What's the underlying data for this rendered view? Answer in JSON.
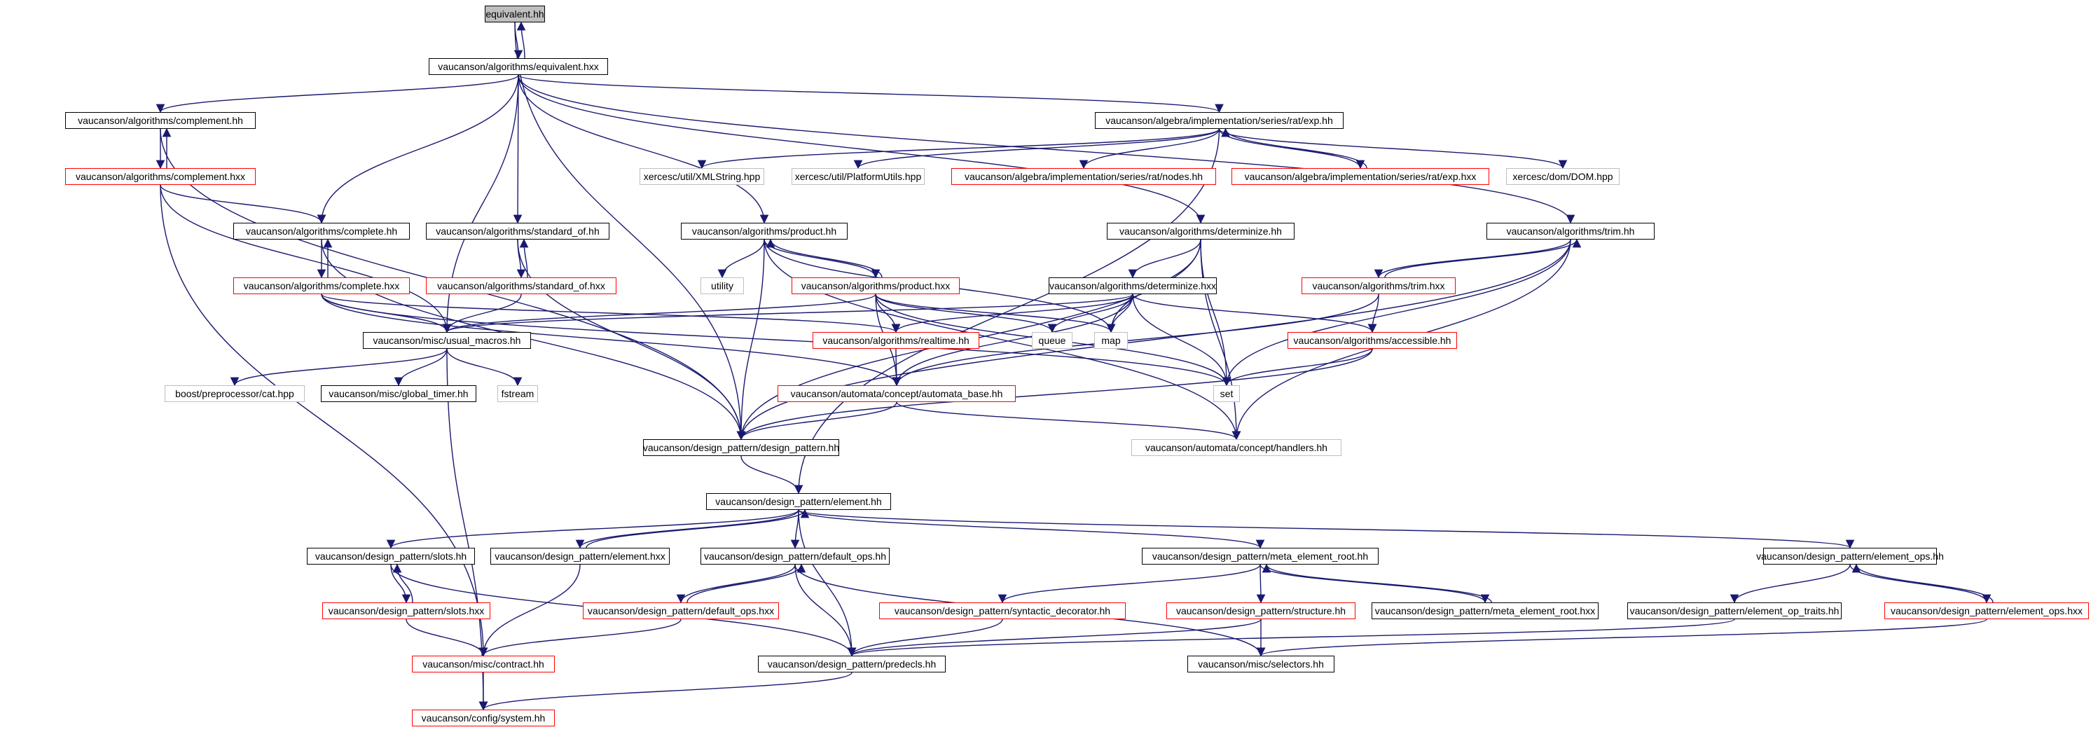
{
  "graph": {
    "edge_color": "#191970",
    "node_styles": {
      "root_fill": "#bfbfbf",
      "documented_border": "#000000",
      "undocumented_border": "#ff0000",
      "external_border": "#bfbfbf"
    },
    "nodes": [
      {
        "id": "equivalent_hh",
        "label": "equivalent.hh",
        "kind": "root"
      },
      {
        "id": "equivalent_hxx",
        "label": "vaucanson/algorithms/equivalent.hxx",
        "kind": "black"
      },
      {
        "id": "complement_hh",
        "label": "vaucanson/algorithms/complement.hh",
        "kind": "black"
      },
      {
        "id": "complement_hxx",
        "label": "vaucanson/algorithms/complement.hxx",
        "kind": "red"
      },
      {
        "id": "exp_hh",
        "label": "vaucanson/algebra/implementation/series/rat/exp.hh",
        "kind": "black"
      },
      {
        "id": "xmlstring",
        "label": "xercesc/util/XMLString.hpp",
        "kind": "gray"
      },
      {
        "id": "platformutils",
        "label": "xercesc/util/PlatformUtils.hpp",
        "kind": "gray"
      },
      {
        "id": "nodes_hh",
        "label": "vaucanson/algebra/implementation/series/rat/nodes.hh",
        "kind": "red"
      },
      {
        "id": "exp_hxx",
        "label": "vaucanson/algebra/implementation/series/rat/exp.hxx",
        "kind": "red"
      },
      {
        "id": "dom_hpp",
        "label": "xercesc/dom/DOM.hpp",
        "kind": "gray"
      },
      {
        "id": "complete_hh",
        "label": "vaucanson/algorithms/complete.hh",
        "kind": "black"
      },
      {
        "id": "standard_of_hh",
        "label": "vaucanson/algorithms/standard_of.hh",
        "kind": "black"
      },
      {
        "id": "product_hh",
        "label": "vaucanson/algorithms/product.hh",
        "kind": "black"
      },
      {
        "id": "determinize_hh",
        "label": "vaucanson/algorithms/determinize.hh",
        "kind": "black"
      },
      {
        "id": "trim_hh",
        "label": "vaucanson/algorithms/trim.hh",
        "kind": "black"
      },
      {
        "id": "complete_hxx",
        "label": "vaucanson/algorithms/complete.hxx",
        "kind": "red"
      },
      {
        "id": "standard_of_hxx",
        "label": "vaucanson/algorithms/standard_of.hxx",
        "kind": "red"
      },
      {
        "id": "utility",
        "label": "utility",
        "kind": "gray"
      },
      {
        "id": "product_hxx",
        "label": "vaucanson/algorithms/product.hxx",
        "kind": "red"
      },
      {
        "id": "determinize_hxx",
        "label": "vaucanson/algorithms/determinize.hxx",
        "kind": "black"
      },
      {
        "id": "trim_hxx",
        "label": "vaucanson/algorithms/trim.hxx",
        "kind": "red"
      },
      {
        "id": "usual_macros",
        "label": "vaucanson/misc/usual_macros.hh",
        "kind": "black"
      },
      {
        "id": "realtime_hh",
        "label": "vaucanson/algorithms/realtime.hh",
        "kind": "red"
      },
      {
        "id": "queue",
        "label": "queue",
        "kind": "gray"
      },
      {
        "id": "map",
        "label": "map",
        "kind": "gray"
      },
      {
        "id": "accessible_hh",
        "label": "vaucanson/algorithms/accessible.hh",
        "kind": "red"
      },
      {
        "id": "boost_cat",
        "label": "boost/preprocessor/cat.hpp",
        "kind": "gray"
      },
      {
        "id": "global_timer",
        "label": "vaucanson/misc/global_timer.hh",
        "kind": "black"
      },
      {
        "id": "fstream",
        "label": "fstream",
        "kind": "gray"
      },
      {
        "id": "set",
        "label": "set",
        "kind": "gray"
      },
      {
        "id": "automata_base",
        "label": "vaucanson/automata/concept/automata_base.hh",
        "kind": "red"
      },
      {
        "id": "design_pattern",
        "label": "vaucanson/design_pattern/design_pattern.hh",
        "kind": "black"
      },
      {
        "id": "handlers",
        "label": "vaucanson/automata/concept/handlers.hh",
        "kind": "gray"
      },
      {
        "id": "element_hh",
        "label": "vaucanson/design_pattern/element.hh",
        "kind": "black"
      },
      {
        "id": "slots_hh",
        "label": "vaucanson/design_pattern/slots.hh",
        "kind": "black"
      },
      {
        "id": "element_hxx",
        "label": "vaucanson/design_pattern/element.hxx",
        "kind": "black"
      },
      {
        "id": "default_ops_hh",
        "label": "vaucanson/design_pattern/default_ops.hh",
        "kind": "black"
      },
      {
        "id": "meta_root_hh",
        "label": "vaucanson/design_pattern/meta_element_root.hh",
        "kind": "black"
      },
      {
        "id": "element_ops_hh",
        "label": "vaucanson/design_pattern/element_ops.hh",
        "kind": "black"
      },
      {
        "id": "slots_hxx",
        "label": "vaucanson/design_pattern/slots.hxx",
        "kind": "red"
      },
      {
        "id": "default_ops_hxx",
        "label": "vaucanson/design_pattern/default_ops.hxx",
        "kind": "red"
      },
      {
        "id": "syntactic_dec",
        "label": "vaucanson/design_pattern/syntactic_decorator.hh",
        "kind": "red"
      },
      {
        "id": "structure_hh",
        "label": "vaucanson/design_pattern/structure.hh",
        "kind": "red"
      },
      {
        "id": "meta_root_hxx",
        "label": "vaucanson/design_pattern/meta_element_root.hxx",
        "kind": "black"
      },
      {
        "id": "element_op_traits",
        "label": "vaucanson/design_pattern/element_op_traits.hh",
        "kind": "black"
      },
      {
        "id": "element_ops_hxx",
        "label": "vaucanson/design_pattern/element_ops.hxx",
        "kind": "red"
      },
      {
        "id": "contract_hh",
        "label": "vaucanson/misc/contract.hh",
        "kind": "red"
      },
      {
        "id": "predecls_hh",
        "label": "vaucanson/design_pattern/predecls.hh",
        "kind": "black"
      },
      {
        "id": "selectors_hh",
        "label": "vaucanson/misc/selectors.hh",
        "kind": "black"
      },
      {
        "id": "system_hh",
        "label": "vaucanson/config/system.hh",
        "kind": "red"
      }
    ],
    "edges": [
      [
        "equivalent_hh",
        "equivalent_hxx"
      ],
      [
        "equivalent_hxx",
        "equivalent_hh"
      ],
      [
        "equivalent_hh",
        "design_pattern"
      ],
      [
        "equivalent_hxx",
        "complement_hh"
      ],
      [
        "equivalent_hxx",
        "exp_hh"
      ],
      [
        "equivalent_hxx",
        "trim_hh"
      ],
      [
        "equivalent_hxx",
        "complete_hh"
      ],
      [
        "equivalent_hxx",
        "standard_of_hh"
      ],
      [
        "equivalent_hxx",
        "product_hh"
      ],
      [
        "equivalent_hxx",
        "determinize_hh"
      ],
      [
        "equivalent_hxx",
        "usual_macros"
      ],
      [
        "complement_hh",
        "complement_hxx"
      ],
      [
        "complement_hxx",
        "complement_hh"
      ],
      [
        "complement_hh",
        "design_pattern"
      ],
      [
        "complement_hxx",
        "complete_hh"
      ],
      [
        "complement_hxx",
        "usual_macros"
      ],
      [
        "complement_hxx",
        "contract_hh"
      ],
      [
        "exp_hh",
        "xmlstring"
      ],
      [
        "exp_hh",
        "platformutils"
      ],
      [
        "exp_hh",
        "nodes_hh"
      ],
      [
        "exp_hh",
        "exp_hxx"
      ],
      [
        "exp_hxx",
        "exp_hh"
      ],
      [
        "exp_hh",
        "dom_hpp"
      ],
      [
        "exp_hh",
        "element_hh"
      ],
      [
        "complete_hh",
        "complete_hxx"
      ],
      [
        "complete_hxx",
        "complete_hh"
      ],
      [
        "complete_hh",
        "design_pattern"
      ],
      [
        "complete_hxx",
        "usual_macros"
      ],
      [
        "complete_hxx",
        "automata_base"
      ],
      [
        "complete_hxx",
        "realtime_hh"
      ],
      [
        "complete_hxx",
        "set"
      ],
      [
        "standard_of_hh",
        "standard_of_hxx"
      ],
      [
        "standard_of_hxx",
        "standard_of_hh"
      ],
      [
        "standard_of_hh",
        "design_pattern"
      ],
      [
        "standard_of_hxx",
        "usual_macros"
      ],
      [
        "product_hh",
        "utility"
      ],
      [
        "product_hh",
        "product_hxx"
      ],
      [
        "product_hxx",
        "product_hh"
      ],
      [
        "product_hh",
        "design_pattern"
      ],
      [
        "product_hh",
        "map"
      ],
      [
        "product_hh",
        "handlers"
      ],
      [
        "product_hxx",
        "usual_macros"
      ],
      [
        "product_hxx",
        "realtime_hh"
      ],
      [
        "product_hxx",
        "queue"
      ],
      [
        "product_hxx",
        "map"
      ],
      [
        "product_hxx",
        "set"
      ],
      [
        "product_hxx",
        "automata_base"
      ],
      [
        "determinize_hh",
        "determinize_hxx"
      ],
      [
        "determinize_hh",
        "map"
      ],
      [
        "determinize_hh",
        "set"
      ],
      [
        "determinize_hh",
        "design_pattern"
      ],
      [
        "determinize_hh",
        "handlers"
      ],
      [
        "determinize_hxx",
        "usual_macros"
      ],
      [
        "determinize_hxx",
        "realtime_hh"
      ],
      [
        "determinize_hxx",
        "queue"
      ],
      [
        "determinize_hxx",
        "map"
      ],
      [
        "determinize_hxx",
        "set"
      ],
      [
        "determinize_hxx",
        "accessible_hh"
      ],
      [
        "determinize_hxx",
        "automata_base"
      ],
      [
        "trim_hh",
        "trim_hxx"
      ],
      [
        "trim_hxx",
        "trim_hh"
      ],
      [
        "trim_hh",
        "set"
      ],
      [
        "trim_hh",
        "design_pattern"
      ],
      [
        "trim_hh",
        "handlers"
      ],
      [
        "trim_hxx",
        "accessible_hh"
      ],
      [
        "trim_hxx",
        "automata_base"
      ],
      [
        "accessible_hh",
        "set"
      ],
      [
        "accessible_hh",
        "design_pattern"
      ],
      [
        "usual_macros",
        "boost_cat"
      ],
      [
        "usual_macros",
        "global_timer"
      ],
      [
        "usual_macros",
        "fstream"
      ],
      [
        "usual_macros",
        "system_hh"
      ],
      [
        "realtime_hh",
        "automata_base"
      ],
      [
        "automata_base",
        "design_pattern"
      ],
      [
        "automata_base",
        "handlers"
      ],
      [
        "design_pattern",
        "element_hh"
      ],
      [
        "element_hh",
        "slots_hh"
      ],
      [
        "element_hh",
        "element_hxx"
      ],
      [
        "element_hxx",
        "element_hh"
      ],
      [
        "element_hh",
        "default_ops_hh"
      ],
      [
        "element_hh",
        "meta_root_hh"
      ],
      [
        "element_hh",
        "element_ops_hh"
      ],
      [
        "element_hh",
        "predecls_hh"
      ],
      [
        "slots_hh",
        "slots_hxx"
      ],
      [
        "slots_hxx",
        "slots_hh"
      ],
      [
        "slots_hh",
        "predecls_hh"
      ],
      [
        "slots_hxx",
        "contract_hh"
      ],
      [
        "element_hxx",
        "contract_hh"
      ],
      [
        "default_ops_hh",
        "default_ops_hxx"
      ],
      [
        "default_ops_hxx",
        "default_ops_hh"
      ],
      [
        "default_ops_hh",
        "predecls_hh"
      ],
      [
        "default_ops_hh",
        "selectors_hh"
      ],
      [
        "default_ops_hxx",
        "contract_hh"
      ],
      [
        "meta_root_hh",
        "syntactic_dec"
      ],
      [
        "meta_root_hh",
        "structure_hh"
      ],
      [
        "meta_root_hh",
        "meta_root_hxx"
      ],
      [
        "meta_root_hxx",
        "meta_root_hh"
      ],
      [
        "syntactic_dec",
        "predecls_hh"
      ],
      [
        "structure_hh",
        "predecls_hh"
      ],
      [
        "structure_hh",
        "selectors_hh"
      ],
      [
        "element_ops_hh",
        "element_op_traits"
      ],
      [
        "element_ops_hh",
        "element_ops_hxx"
      ],
      [
        "element_ops_hxx",
        "element_ops_hh"
      ],
      [
        "element_op_traits",
        "predecls_hh"
      ],
      [
        "element_ops_hxx",
        "selectors_hh"
      ],
      [
        "contract_hh",
        "system_hh"
      ],
      [
        "predecls_hh",
        "system_hh"
      ]
    ]
  }
}
